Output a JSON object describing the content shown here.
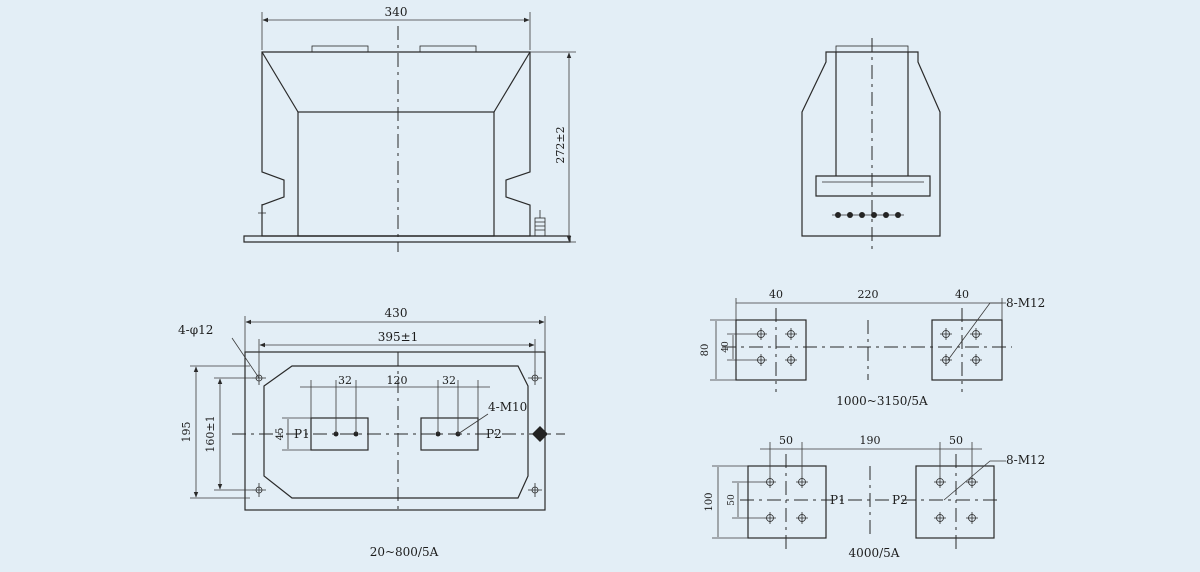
{
  "colors": {
    "background": "#e3eef6",
    "line": "#2a2a2a"
  },
  "front_view": {
    "width_dim": "340",
    "height_dim": "272±2"
  },
  "side_view": {},
  "bottom_view": {
    "dim_overall": "430",
    "dim_holes": "395±1",
    "hole_callout": "4-φ12",
    "dim_32_left": "32",
    "dim_120": "120",
    "dim_32_right": "32",
    "thread_callout": "4-M10",
    "dim_195": "195",
    "dim_160": "160±1",
    "dim_45": "45",
    "terminal_p1": "P1",
    "terminal_p2": "P2",
    "caption": "20~800/5A"
  },
  "terminal_1000_3150": {
    "dim_40_left": "40",
    "dim_220": "220",
    "dim_40_right": "40",
    "thread_callout": "8-M12",
    "dim_80": "80",
    "dim_40_vertical": "40",
    "caption": "1000~3150/5A"
  },
  "terminal_4000": {
    "dim_50_left": "50",
    "dim_190": "190",
    "dim_50_right": "50",
    "thread_callout": "8-M12",
    "dim_100": "100",
    "dim_50_vertical": "50",
    "terminal_p1": "P1",
    "terminal_p2": "P2",
    "caption": "4000/5A"
  }
}
